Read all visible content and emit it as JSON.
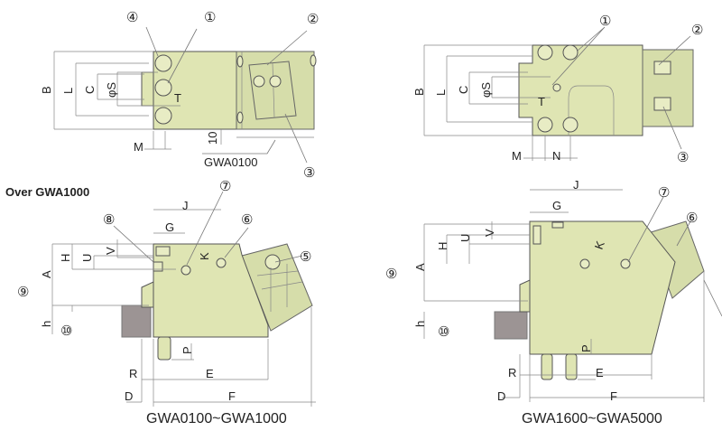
{
  "top_left_view": {
    "callouts": {
      "c4": "④",
      "c1": "①",
      "c2": "②",
      "c3": "③"
    },
    "dims": {
      "B": "B",
      "L": "L",
      "C": "C",
      "phiS": "φS",
      "T": "T",
      "M": "M",
      "ten": "10"
    },
    "model": "GWA0100"
  },
  "bottom_left_view": {
    "note": "Over GWA1000",
    "callouts": {
      "c5": "⑤",
      "c6": "⑥",
      "c7": "⑦",
      "c8": "⑧",
      "c9": "⑨",
      "c10": "⑩"
    },
    "dims": {
      "J": "J",
      "G": "G",
      "K": "K",
      "H": "H",
      "U": "U",
      "V": "V",
      "A": "A",
      "h": "h",
      "P": "P",
      "R": "R",
      "E": "E",
      "D": "D",
      "F": "F"
    },
    "caption": "GWA0100~GWA1000"
  },
  "top_right_view": {
    "callouts": {
      "c1": "①",
      "c2": "②",
      "c3": "③"
    },
    "dims": {
      "B": "B",
      "L": "L",
      "C": "C",
      "phiS": "φS",
      "T": "T",
      "M": "M",
      "N": "N"
    }
  },
  "bottom_right_view": {
    "callouts": {
      "c6": "⑥",
      "c7": "⑦",
      "c9": "⑨",
      "c10": "⑩"
    },
    "dims": {
      "J": "J",
      "G": "G",
      "K": "K",
      "H": "H",
      "U": "U",
      "V": "V",
      "A": "A",
      "h": "h",
      "P": "P",
      "R": "R",
      "E": "E",
      "D": "D",
      "F": "F"
    },
    "caption": "GWA1600~GWA5000"
  },
  "colors": {
    "body": "#dfe5b3",
    "workpiece": "#9c9494"
  }
}
